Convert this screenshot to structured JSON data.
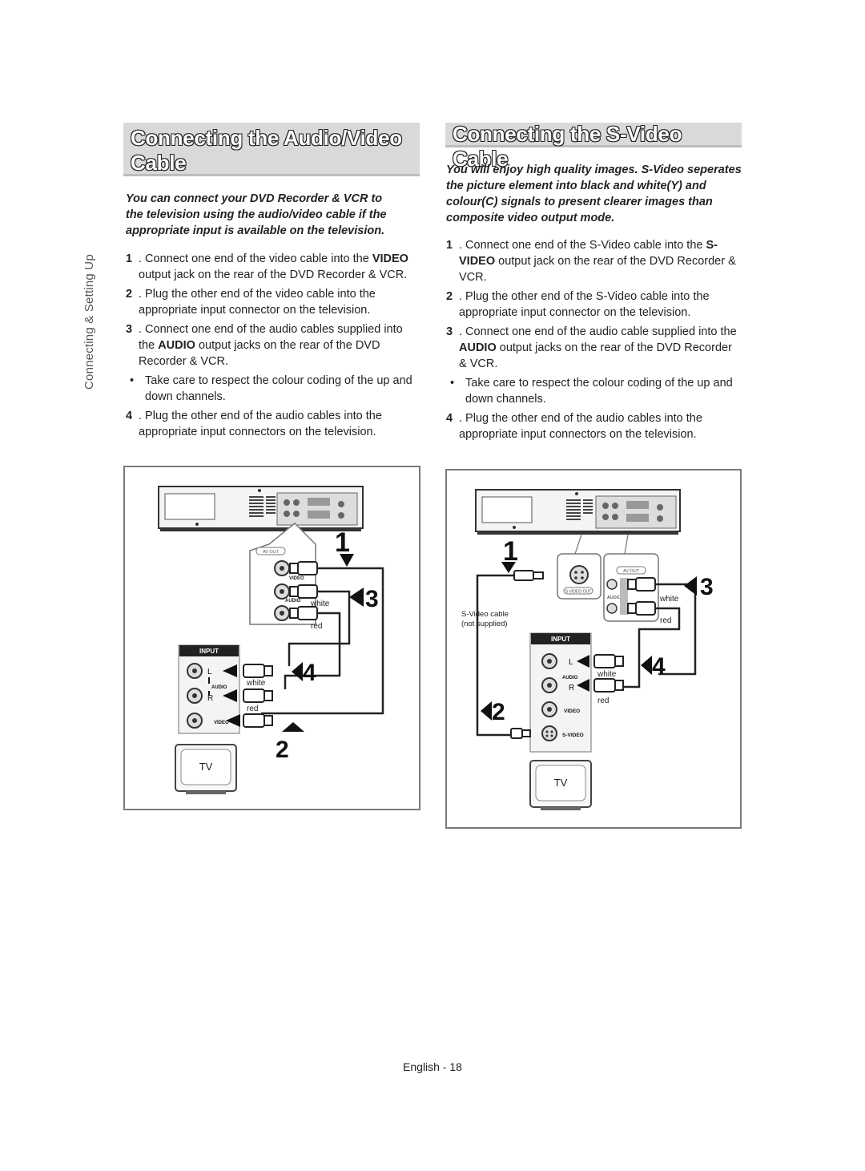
{
  "side_tab": {
    "label": "Connecting & Setting Up"
  },
  "left_section": {
    "title_line1": "Connecting the Audio/Video",
    "title_line2": "Cable",
    "intro": "You can connect your DVD Recorder & VCR to the television using the audio/video cable if the appropriate input is available on the television.",
    "steps": [
      {
        "num": "1",
        "pre": ". Connect one end of the video cable into the ",
        "bold": "VIDEO",
        "post": " output jack on the rear of the DVD Recorder & VCR."
      },
      {
        "num": "2",
        "pre": ". Plug the other end of the video cable into the appropriate input connector on the television.",
        "bold": "",
        "post": ""
      },
      {
        "num": "3",
        "pre": ". Connect one end of the audio cables supplied into the ",
        "bold": "AUDIO",
        "post": " output jacks on the rear of the DVD Recorder & VCR."
      },
      {
        "bullet": "•",
        "text": "Take care to respect the colour coding of the up and down channels."
      },
      {
        "num": "4",
        "pre": ". Plug the other end of the audio cables into the appropriate input connectors on the television.",
        "bold": "",
        "post": ""
      }
    ],
    "diagram": {
      "av_out": "AV OUT",
      "video_jack": "VIDEO",
      "audio_jack": "AUDIO",
      "white": "white",
      "red": "red",
      "input_panel": "INPUT",
      "l": "L",
      "r": "R",
      "audio": "AUDIO",
      "video_in": "VIDEO",
      "tv": "TV",
      "step1": "1",
      "step2": "2",
      "step3": "3",
      "step4": "4"
    }
  },
  "right_section": {
    "title": "Connecting the S-Video Cable",
    "intro": "You will enjoy high quality images. S-Video seperates the picture element into black and white(Y) and colour(C) signals to present clearer images than composite video output mode.",
    "steps": [
      {
        "num": "1",
        "pre": ". Connect one end of the S-Video cable into the ",
        "bold": "S-VIDEO",
        "post": " output jack on the rear of the DVD Recorder & VCR."
      },
      {
        "num": "2",
        "pre": ". Plug the other end of the S-Video cable into the appropriate input connector on the television.",
        "bold": "",
        "post": ""
      },
      {
        "num": "3",
        "pre": ". Connect one end of the audio cable supplied into the ",
        "bold": "AUDIO",
        "post": " output jacks on the rear of the DVD Recorder & VCR."
      },
      {
        "bullet": "•",
        "text": "Take care to respect the colour coding of the up and down channels."
      },
      {
        "num": "4",
        "pre": ". Plug the other end of the audio cables into the appropriate input connectors on the television.",
        "bold": "",
        "post": ""
      }
    ],
    "diagram": {
      "svideo_out": "S-VIDEO OUT",
      "av_out": "AV OUT",
      "audio_out": "AUDIO",
      "white": "white",
      "red": "red",
      "cable_note_1": "S-Video cable",
      "cable_note_2": "(not supplied)",
      "input_panel": "INPUT",
      "l": "L",
      "r": "R",
      "audio": "AUDIO",
      "video_in": "VIDEO",
      "svideo_in": "S-VIDEO",
      "tv": "TV",
      "step1": "1",
      "step2": "2",
      "step3": "3",
      "step4": "4"
    }
  },
  "footer": {
    "page": "English - 18"
  }
}
